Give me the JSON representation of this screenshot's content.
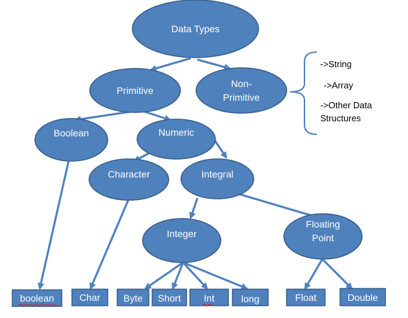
{
  "nodes": {
    "data_types": "Data Types",
    "primitive": "Primitive",
    "non_primitive_1": "Non-",
    "non_primitive_2": "Primitive",
    "boolean": "Boolean",
    "numeric": "Numeric",
    "character": "Character",
    "integral": "Integral",
    "integer": "Integer",
    "floating_1": "Floating",
    "floating_2": "Point"
  },
  "leaves": {
    "boolean": "boolean",
    "char": "Char",
    "byte": "Byte",
    "short": "Short",
    "int": "Int",
    "long": "long",
    "float": "Float",
    "double": "Double"
  },
  "non_primitive_list": [
    "->String",
    "->Array",
    "->Other Data",
    "Structures"
  ],
  "colors": {
    "fill": "#4F81BD",
    "stroke": "#385D8A",
    "text": "#FFFFFF",
    "bracket": "#4F81BD"
  }
}
